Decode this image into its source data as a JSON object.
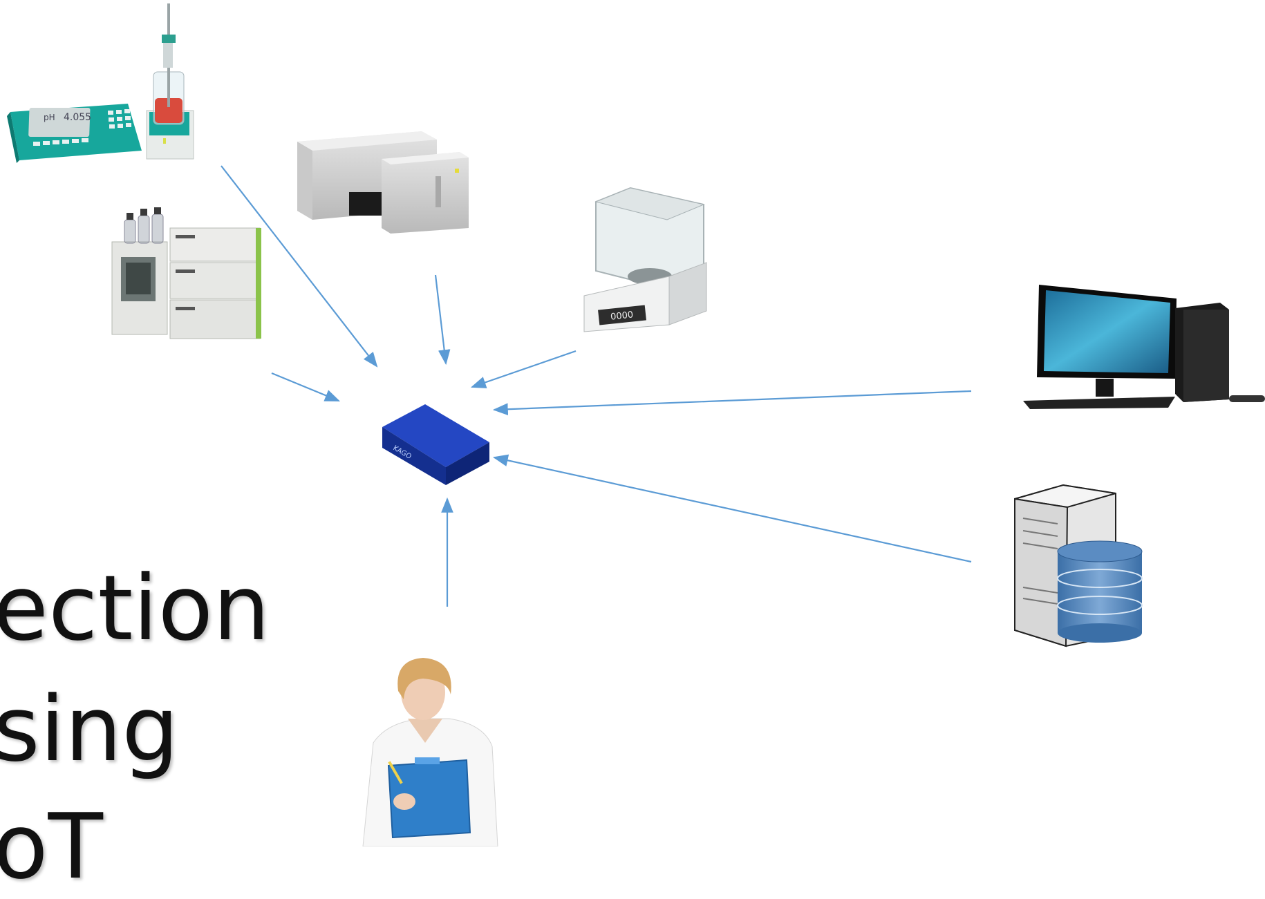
{
  "slide": {
    "text_lines": [
      "ection",
      "sing",
      "oT"
    ]
  },
  "hub": {
    "brand_text": "KAGO"
  },
  "titrator": {
    "display_label": "pH",
    "display_value": "4.055"
  },
  "balance": {
    "display_value": "0000"
  },
  "colors": {
    "arrow": "#5b9bd5",
    "hub": "#1737a6",
    "instrument_teal": "#16a39a",
    "clipboard": "#2f7fc9"
  },
  "icons": [
    "titrator-icon",
    "spectrometer-icon",
    "hplc-icon",
    "balance-icon",
    "hub-device-icon",
    "desktop-computer-icon",
    "server-database-icon",
    "lab-technician-icon"
  ]
}
